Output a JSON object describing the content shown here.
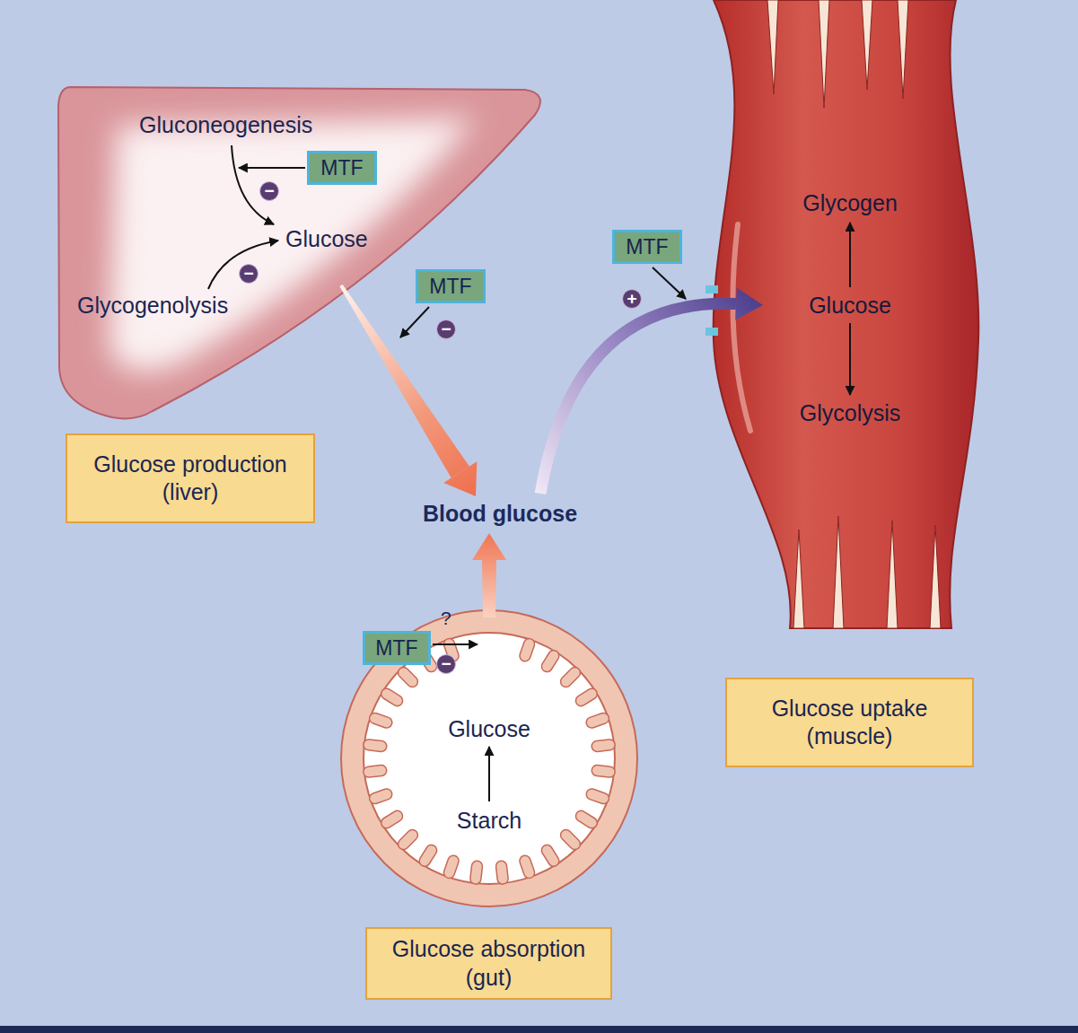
{
  "diagram": {
    "nodes": [
      {
        "text": [
          "Gluconeogenesis",
          "Glucose",
          "Glycogenolysis"
        ]
      },
      {
        "text": [
          "MTF"
        ],
        "in": 0
      },
      {
        "text": [
          "MTF"
        ]
      },
      {
        "text": [
          "MTF"
        ]
      },
      {
        "text": [
          "Glycogen",
          "Glucose",
          "Glycolysis"
        ]
      },
      {
        "text": [
          "Glucose production (liver)"
        ]
      },
      {
        "text": [
          "Blood glucose"
        ]
      },
      {
        "text": [
          "MTF"
        ]
      },
      {
        "text": [
          "Glucose",
          "Starch"
        ]
      },
      {
        "text": [
          "Glucose uptake (muscle)"
        ]
      },
      {
        "text": [
          "Glucose absorption (gut)"
        ]
      }
    ],
    "edges": [
      {
        "from": 0,
        "to": 6,
        "arrow": "to"
      },
      {
        "from": 8,
        "to": 6,
        "arrow": "to"
      },
      {
        "from": 6,
        "to": 4,
        "arrow": "to"
      }
    ],
    "labels": [
      "−",
      "−",
      "−",
      "+",
      "?",
      "−"
    ]
  }
}
